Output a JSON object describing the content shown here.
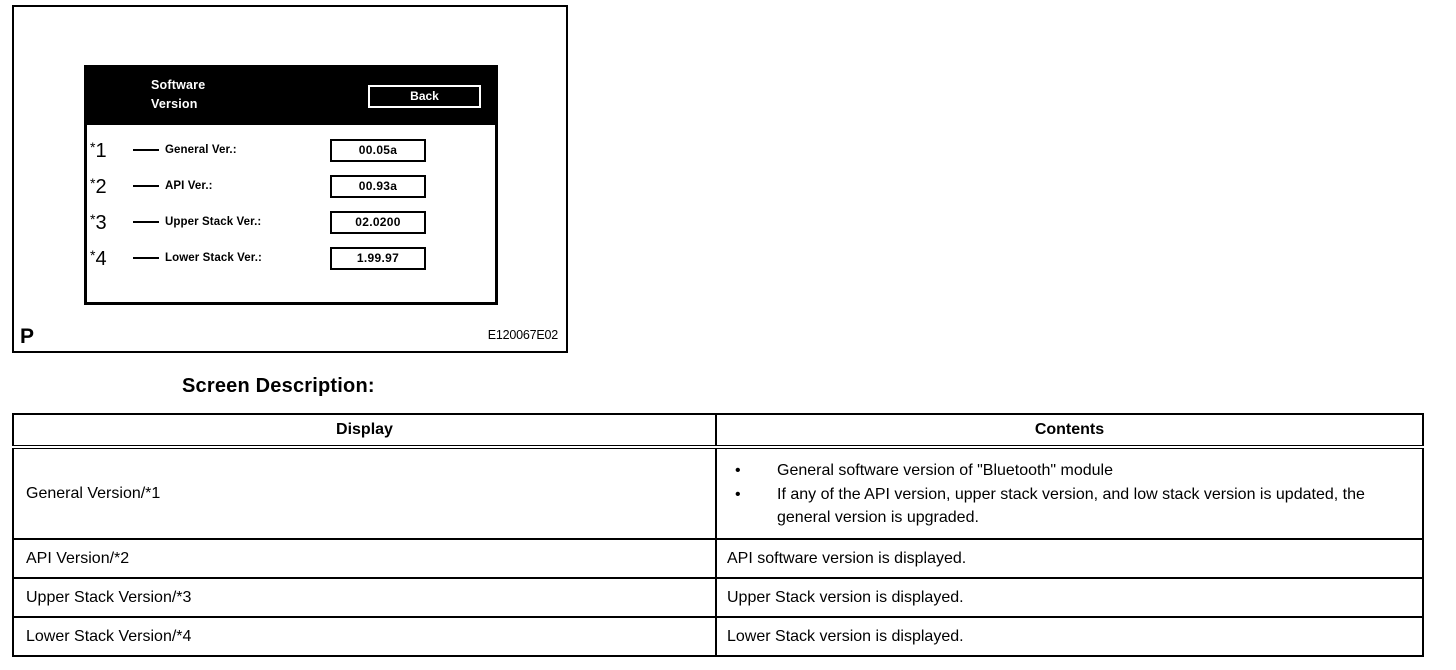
{
  "illustration": {
    "screen": {
      "title": "Software\nVersion",
      "back_label": "Back",
      "rows": [
        {
          "callout_star": "*",
          "callout_num": "1",
          "label": "General Ver.:",
          "value": "00.05a"
        },
        {
          "callout_star": "*",
          "callout_num": "2",
          "label": "API Ver.:",
          "value": "00.93a"
        },
        {
          "callout_star": "*",
          "callout_num": "3",
          "label": "Upper Stack Ver.:",
          "value": "02.0200"
        },
        {
          "callout_star": "*",
          "callout_num": "4",
          "label": "Lower Stack Ver.:",
          "value": "1.99.97"
        }
      ]
    },
    "page_marker": "P",
    "figure_code": "E120067E02"
  },
  "section": {
    "heading": "Screen Description:"
  },
  "table": {
    "headers": {
      "display": "Display",
      "contents": "Contents"
    },
    "rows": [
      {
        "display": "General Version/*1",
        "bullets": [
          "General software version of \"Bluetooth\" module",
          "If any of the API version, upper stack version, and low stack version is updated, the general version is upgraded."
        ],
        "bullet_char": "•"
      },
      {
        "display": "API Version/*2",
        "contents": "API software version is displayed."
      },
      {
        "display": "Upper Stack Version/*3",
        "contents": "Upper Stack version is displayed."
      },
      {
        "display": "Lower Stack Version/*4",
        "contents": "Lower Stack version is displayed."
      }
    ]
  },
  "colors": {
    "ink": "#000000",
    "paper": "#ffffff",
    "screen_header_bg": "#000000",
    "screen_header_fg": "#ffffff"
  }
}
